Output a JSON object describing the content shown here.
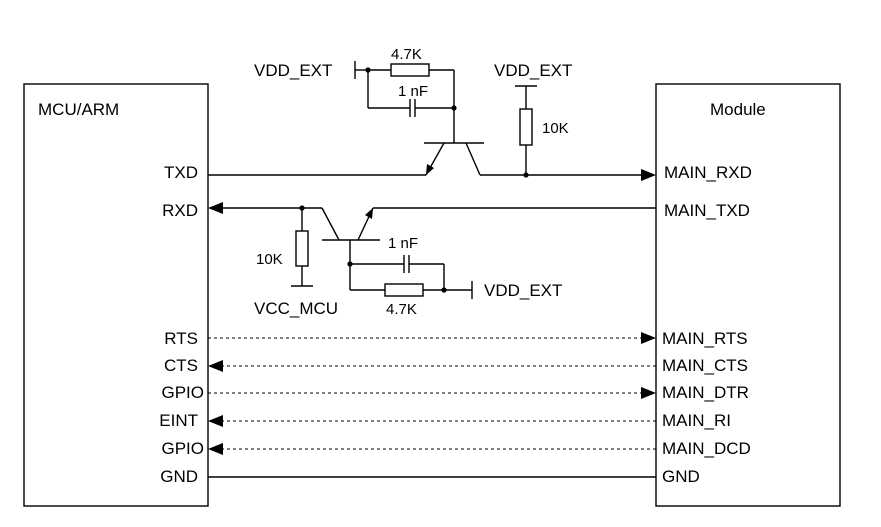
{
  "blocks": {
    "mcu_title": "MCU/ARM",
    "module_title": "Module"
  },
  "mcu_pins": {
    "txd": "TXD",
    "rxd": "RXD",
    "rts": "RTS",
    "cts": "CTS",
    "gpio1": "GPIO",
    "eint": "EINT",
    "gpio2": "GPIO",
    "gnd": "GND"
  },
  "module_pins": {
    "main_rxd": "MAIN_RXD",
    "main_txd": "MAIN_TXD",
    "main_rts": "MAIN_RTS",
    "main_cts": "MAIN_CTS",
    "main_dtr": "MAIN_DTR",
    "main_ri": "MAIN_RI",
    "main_dcd": "MAIN_DCD",
    "gnd": "GND"
  },
  "components": {
    "top_res": "4.7K",
    "top_cap": "1 nF",
    "top_vdd_left": "VDD_EXT",
    "top_vdd_right": "VDD_EXT",
    "top_pullup": "10K",
    "bot_pullup": "10K",
    "bot_cap": "1 nF",
    "bot_res": "4.7K",
    "bot_vdd": "VDD_EXT",
    "vcc_mcu": "VCC_MCU"
  }
}
